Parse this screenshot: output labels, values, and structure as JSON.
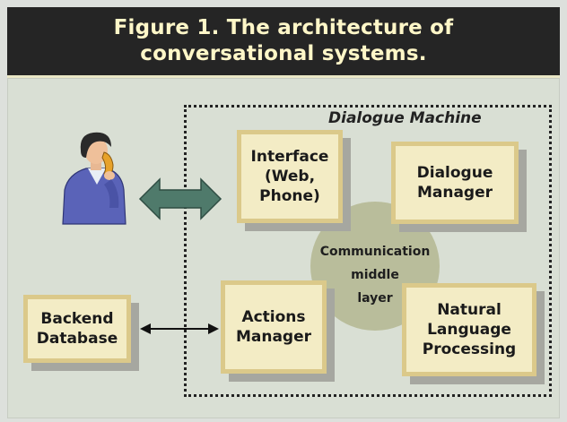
{
  "figure": {
    "title_line1": "Figure 1. The architecture of",
    "title_line2": "conversational systems."
  },
  "dialogue_machine": {
    "label": "Dialogue Machine"
  },
  "boxes": {
    "interface": [
      "Interface",
      "(Web,",
      "Phone)"
    ],
    "dialogue_manager": [
      "Dialogue",
      "Manager"
    ],
    "actions_manager": [
      "Actions",
      "Manager"
    ],
    "nlp": [
      "Natural",
      "Language",
      "Processing"
    ],
    "backend_database": [
      "Backend",
      "Database"
    ]
  },
  "communication_layer": [
    "Communication",
    "middle",
    "layer"
  ],
  "icons": {
    "user": "person-on-phone-icon",
    "user_interface_link": "double-arrow-icon",
    "database_actions_link": "double-arrow-icon"
  },
  "colors": {
    "header_bg": "#252525",
    "header_text": "#fff7c8",
    "box_fill": "#f3ecc5",
    "box_border": "#dbc98a",
    "circle_fill": "#b9bd9b",
    "arrow_fill": "#4f7a6b"
  }
}
